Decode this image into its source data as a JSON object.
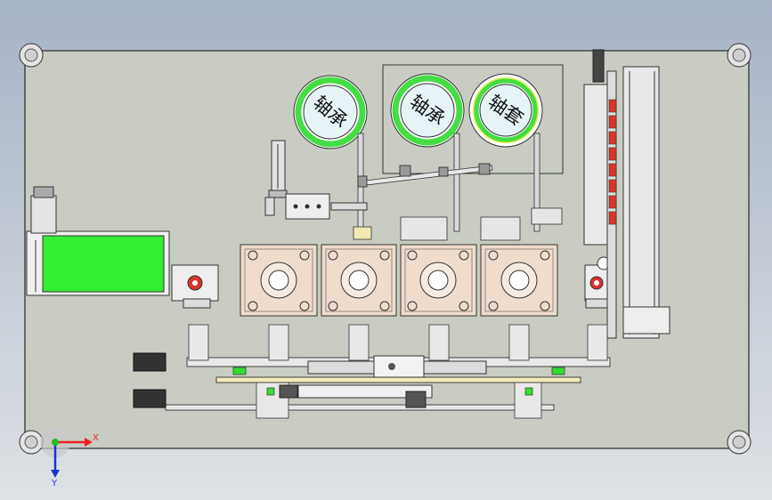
{
  "colors": {
    "background_top": "#a7b3c6",
    "background_bottom": "#dfe2e6",
    "base_plate": "#c8ccc3",
    "green_accent": "#33ee33",
    "bowl_rim": "#44dd44",
    "bowl_face": "#e6f3f7",
    "stage_block": "#efdccc",
    "red_part": "#d8342c",
    "axis_x": "#ee2222",
    "axis_y": "#1a33cc",
    "axis_origin": "#22bb22"
  },
  "feeder_bowls": [
    {
      "label": "轴承"
    },
    {
      "label": "轴承"
    },
    {
      "label": "轴套"
    }
  ],
  "axes": {
    "x_label": "X",
    "y_label": "Y"
  }
}
